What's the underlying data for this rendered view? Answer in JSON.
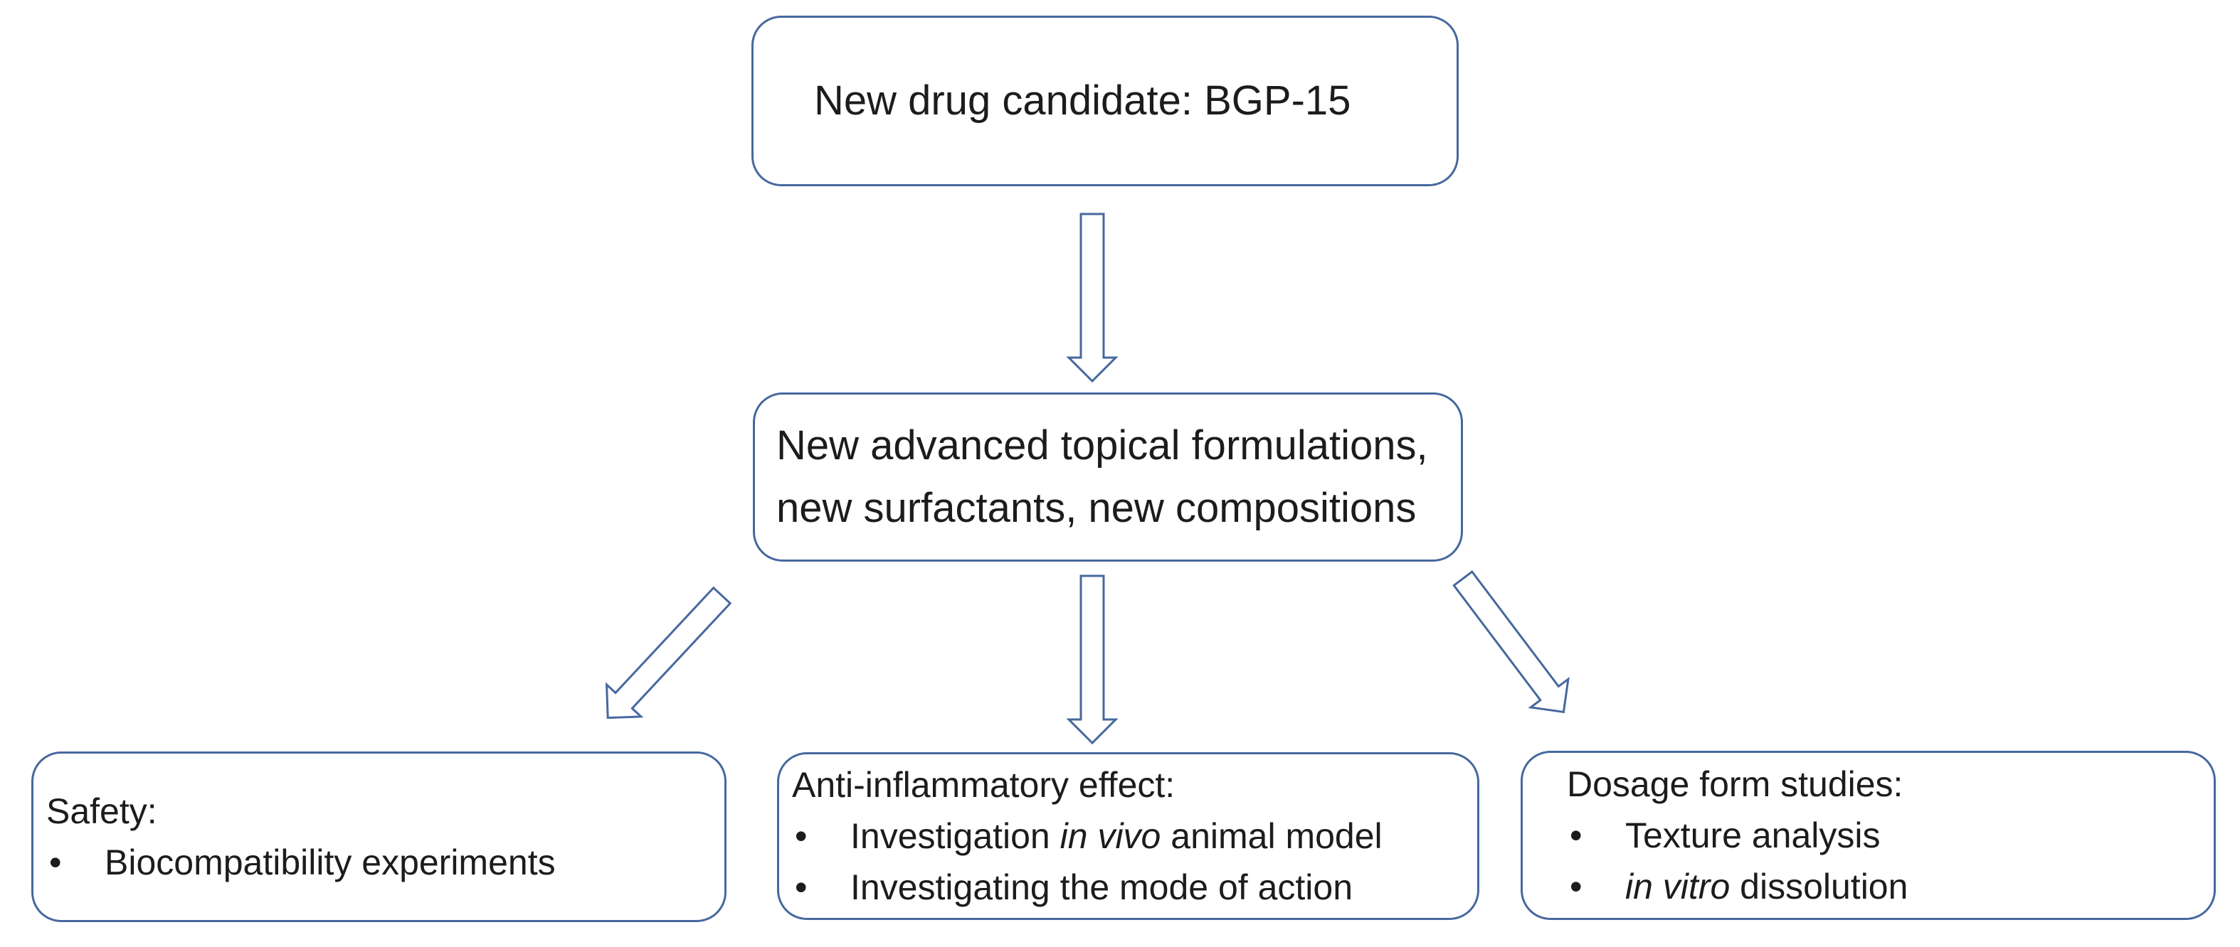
{
  "colors": {
    "border": "#47689f",
    "text": "#1c1c1c",
    "background": "#ffffff"
  },
  "bullet_char": "•",
  "nodes": {
    "top": {
      "text": "New drug candidate: BGP-15"
    },
    "middle": {
      "lines": [
        "New advanced topical formulations,",
        "new surfactants, new compositions"
      ]
    },
    "safety": {
      "title": "Safety:",
      "bullets": [
        {
          "parts": [
            {
              "t": "Biocompatibility experiments",
              "i": false
            }
          ]
        }
      ]
    },
    "anti_inflammatory": {
      "title": "Anti-inflammatory effect:",
      "bullets": [
        {
          "parts": [
            {
              "t": "Investigation ",
              "i": false
            },
            {
              "t": "in vivo",
              "i": true
            },
            {
              "t": " animal model",
              "i": false
            }
          ]
        },
        {
          "parts": [
            {
              "t": "Investigating the mode of action",
              "i": false
            }
          ]
        }
      ]
    },
    "dosage": {
      "title": "Dosage form studies:",
      "bullets": [
        {
          "parts": [
            {
              "t": "Texture analysis",
              "i": false
            }
          ]
        },
        {
          "parts": [
            {
              "t": "in vitro",
              "i": true
            },
            {
              "t": " dissolution",
              "i": false
            }
          ]
        }
      ]
    }
  },
  "edges": [
    {
      "from": "top",
      "to": "middle",
      "icon": "arrow-down-icon"
    },
    {
      "from": "middle",
      "to": "safety",
      "icon": "arrow-down-left-icon"
    },
    {
      "from": "middle",
      "to": "anti_inflammatory",
      "icon": "arrow-down-icon"
    },
    {
      "from": "middle",
      "to": "dosage",
      "icon": "arrow-down-right-icon"
    }
  ]
}
